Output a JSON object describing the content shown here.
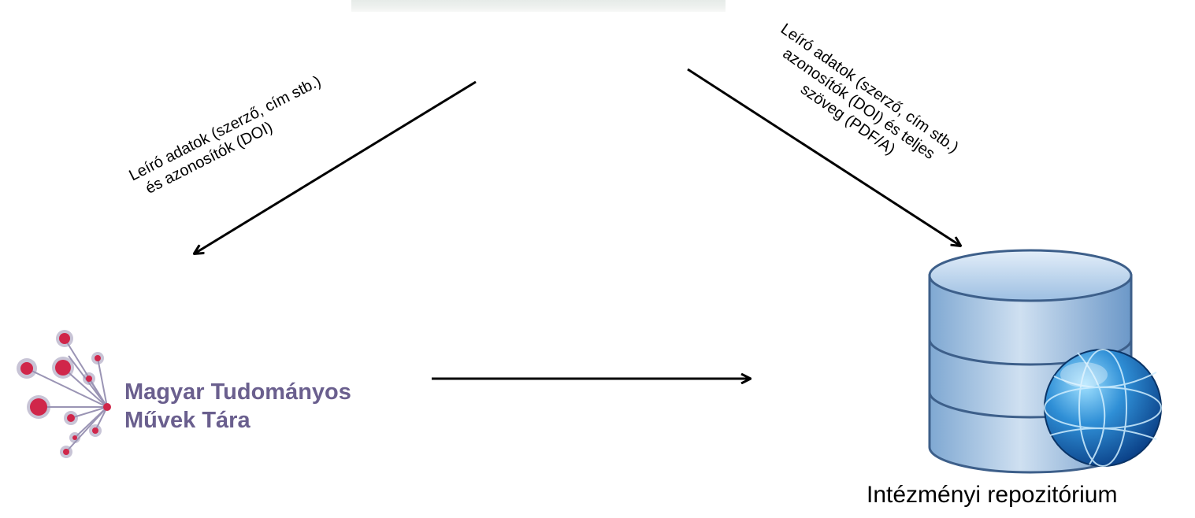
{
  "diagram": {
    "arrow_left_label": {
      "line1": "Leíró adatok (szerző, cím stb.)",
      "line2": "és azonosítók (DOI)"
    },
    "arrow_right_label": {
      "line1": "Leíró adatok (szerző, cím stb.)",
      "line2": "azonosítók (DOI) és teljes",
      "line3": "szöveg (PDF/A)"
    },
    "mtmt": {
      "line1": "Magyar Tudományos",
      "line2": "Művek Tára"
    },
    "repository": {
      "label": "Intézményi repozitórium"
    }
  },
  "colors": {
    "mtmt_text": "#6a5f8e",
    "mtmt_dot": "#d0264a",
    "mtmt_line": "#9a94b4",
    "db_blue": "#7aa9d6",
    "globe_blue": "#1f73b8"
  },
  "icons": [
    "mtmt-logo-icon",
    "database-icon",
    "globe-icon"
  ]
}
